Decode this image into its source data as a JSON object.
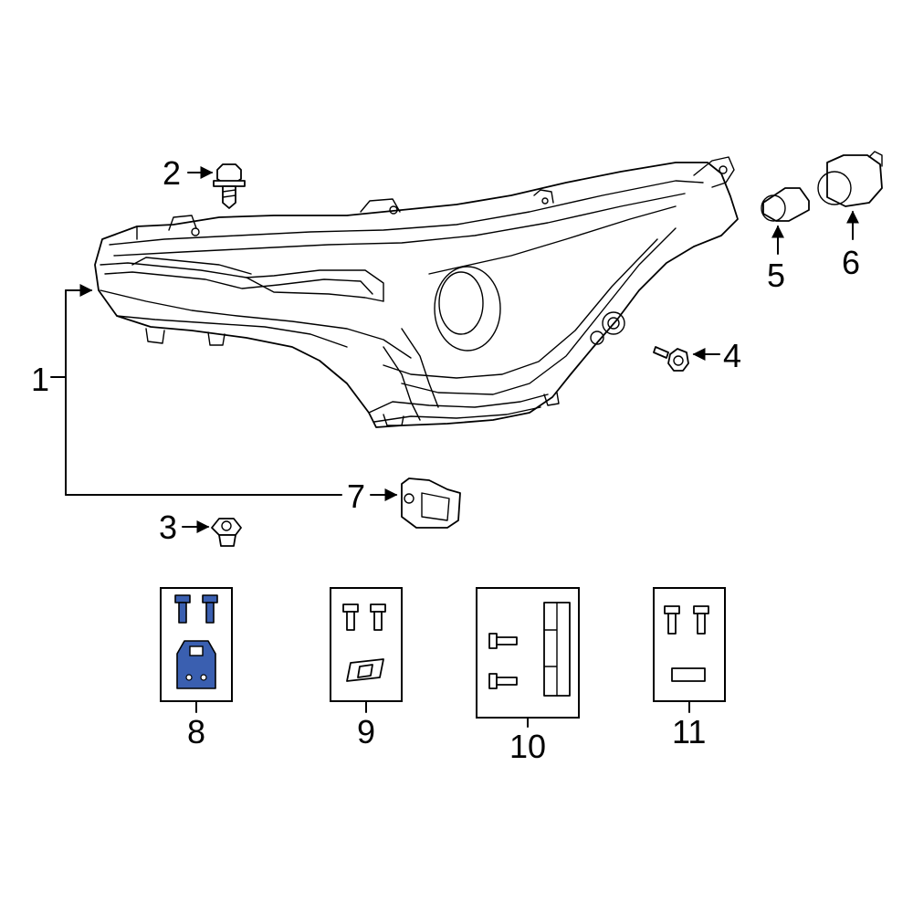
{
  "diagram": {
    "callouts": {
      "c1": "1",
      "c2": "2",
      "c3": "3",
      "c4": "4",
      "c5": "5",
      "c6": "6",
      "c7": "7",
      "c8": "8",
      "c9": "9",
      "c10": "10",
      "c11": "11"
    },
    "highlight_color": "#3a5fb0"
  }
}
